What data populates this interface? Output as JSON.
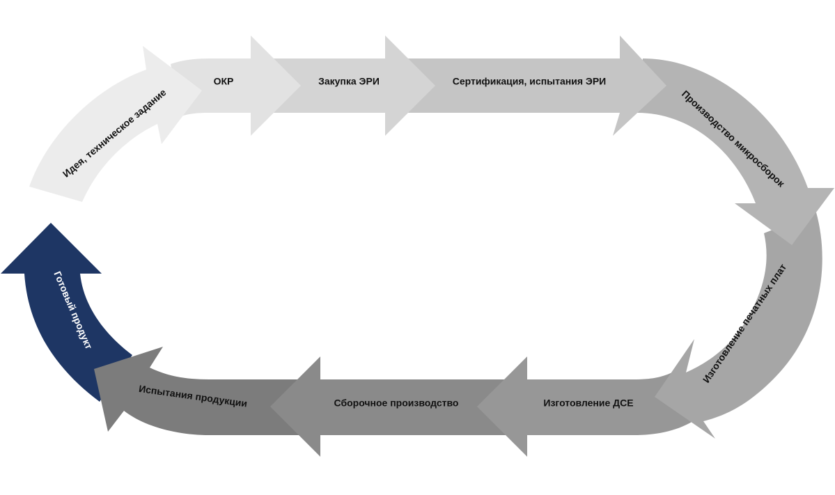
{
  "stages": [
    {
      "label": "Идея, техническое задание",
      "color": "#ececec"
    },
    {
      "label": "ОКР",
      "color": "#e2e2e2"
    },
    {
      "label": "Закупка ЭРИ",
      "color": "#d4d4d4"
    },
    {
      "label": "Сертификация, испытания ЭРИ",
      "color": "#c5c5c5"
    },
    {
      "label": "Производство микросборок",
      "color": "#b4b4b4"
    },
    {
      "label": "Изготовление печатных плат",
      "color": "#a6a6a6"
    },
    {
      "label": "Изготовление ДСЕ",
      "color": "#979797"
    },
    {
      "label": "Сборочное производство",
      "color": "#8a8a8a"
    },
    {
      "label": "Испытания продукции",
      "color": "#7c7c7c"
    },
    {
      "label": "Готовый продукт",
      "color": "#1e3664"
    }
  ]
}
